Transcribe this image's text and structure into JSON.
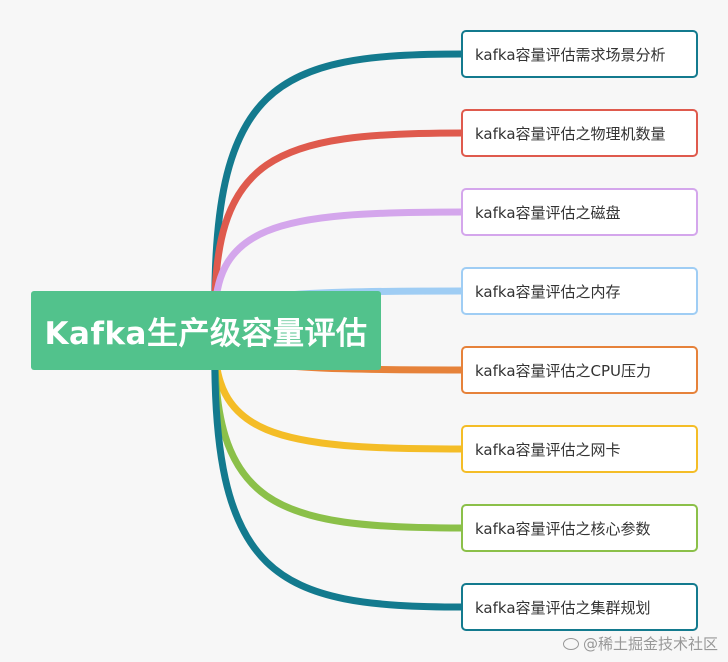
{
  "root": {
    "label": "Kafka生产级容量评估",
    "color": "#52c28c"
  },
  "branches": [
    {
      "label": "kafka容量评估需求场景分析",
      "color": "#137a8e"
    },
    {
      "label": "kafka容量评估之物理机数量",
      "color": "#df5a4d"
    },
    {
      "label": "kafka容量评估之磁盘",
      "color": "#d4a6ec"
    },
    {
      "label": "kafka容量评估之内存",
      "color": "#9fcdf4"
    },
    {
      "label": "kafka容量评估之CPU压力",
      "color": "#e6823a"
    },
    {
      "label": "kafka容量评估之网卡",
      "color": "#f4bd27"
    },
    {
      "label": "kafka容量评估之核心参数",
      "color": "#8bc049"
    },
    {
      "label": "kafka容量评估之集群规划",
      "color": "#137a8e"
    }
  ],
  "watermark": {
    "text": "@稀土掘金技术社区",
    "icon": "wechat-icon"
  }
}
